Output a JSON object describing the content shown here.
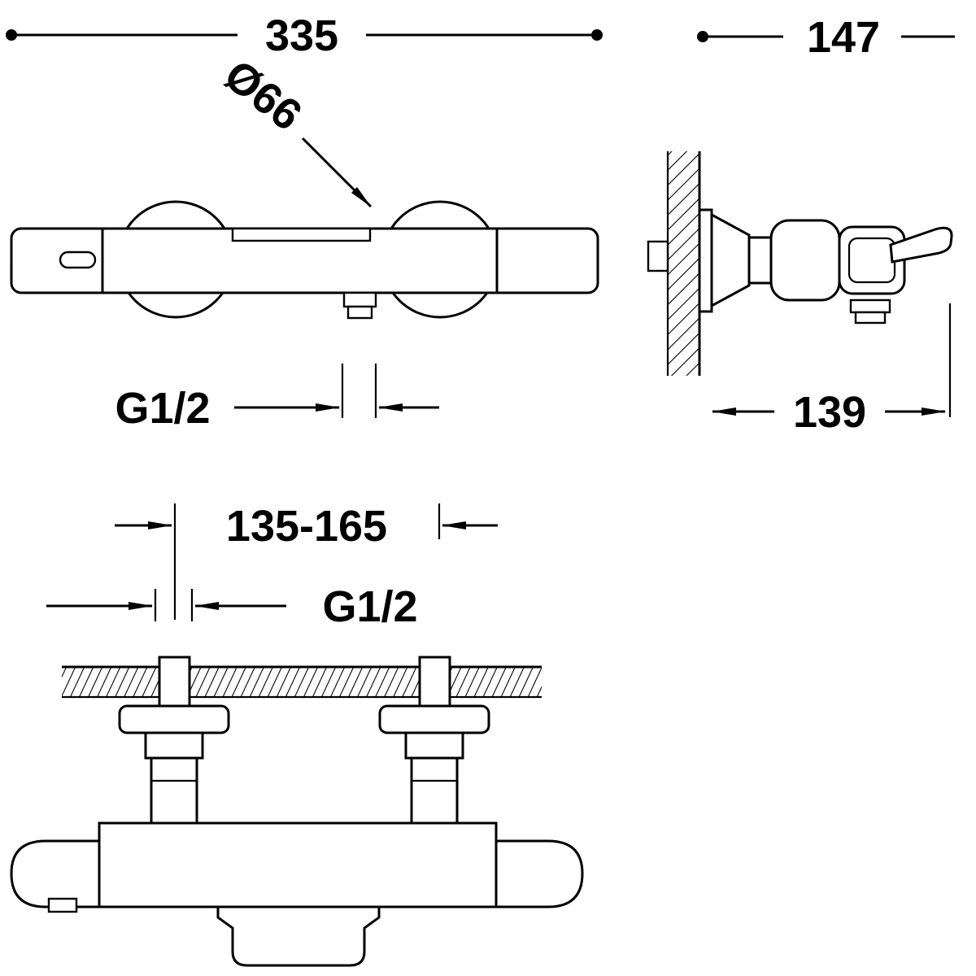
{
  "drawing": {
    "colors": {
      "line": "#000000",
      "background": "#ffffff"
    },
    "labels": {
      "overall_width": "335",
      "cartridge_diameter": "Ø66",
      "outlet_thread": "G1/2",
      "overall_depth": "147",
      "wall_to_front": "139",
      "inlet_centers": "135-165",
      "inlet_thread": "G1/2"
    }
  }
}
